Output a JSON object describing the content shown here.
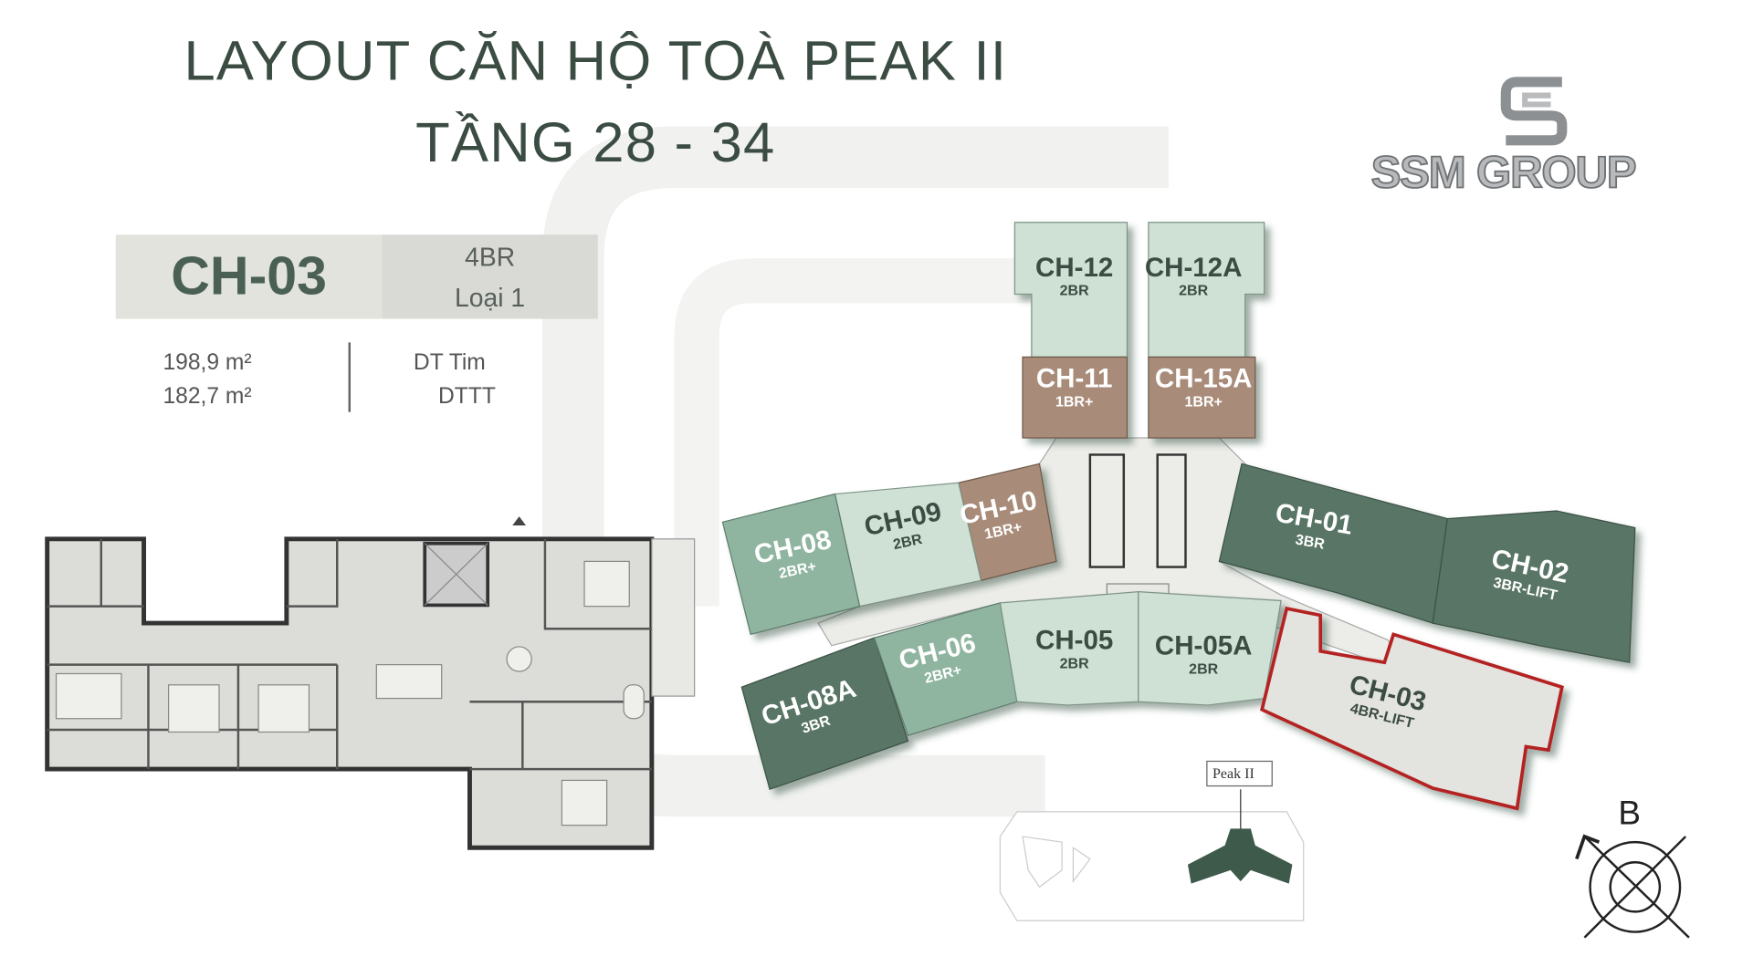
{
  "header": {
    "title_line1": "LAYOUT CĂN HỘ TOÀ PEAK II",
    "title_line2": "TẦNG 28 - 34"
  },
  "logo": {
    "text": "SSM GROUP",
    "icon": "ssm-s-logo-icon"
  },
  "unit_info": {
    "code": "CH-03",
    "type": "4BR",
    "category": "Loại 1",
    "area_tim": "198,9 m²",
    "area_tim_label": "DT Tim",
    "area_tt": "182,7 m²",
    "area_tt_label": "DTTT"
  },
  "units": [
    {
      "code": "CH-12",
      "type": "2BR"
    },
    {
      "code": "CH-12A",
      "type": "2BR"
    },
    {
      "code": "CH-11",
      "type": "1BR+"
    },
    {
      "code": "CH-15A",
      "type": "1BR+"
    },
    {
      "code": "CH-10",
      "type": "1BR+"
    },
    {
      "code": "CH-09",
      "type": "2BR"
    },
    {
      "code": "CH-08",
      "type": "2BR+"
    },
    {
      "code": "CH-08A",
      "type": "3BR"
    },
    {
      "code": "CH-06",
      "type": "2BR+"
    },
    {
      "code": "CH-05",
      "type": "2BR"
    },
    {
      "code": "CH-05A",
      "type": "2BR"
    },
    {
      "code": "CH-03",
      "type": "4BR-LIFT"
    },
    {
      "code": "CH-01",
      "type": "3BR"
    },
    {
      "code": "CH-02",
      "type": "3BR-LIFT"
    }
  ],
  "minimap": {
    "label": "Peak II"
  },
  "compass": {
    "label": "B"
  },
  "colors": {
    "title": "#3b4c43",
    "light": "#cfe0d4",
    "medium": "#8fb5a0",
    "dark": "#587565",
    "brown": "#a88b78",
    "selected": "#e3e3df",
    "selected_border": "#b42020"
  }
}
